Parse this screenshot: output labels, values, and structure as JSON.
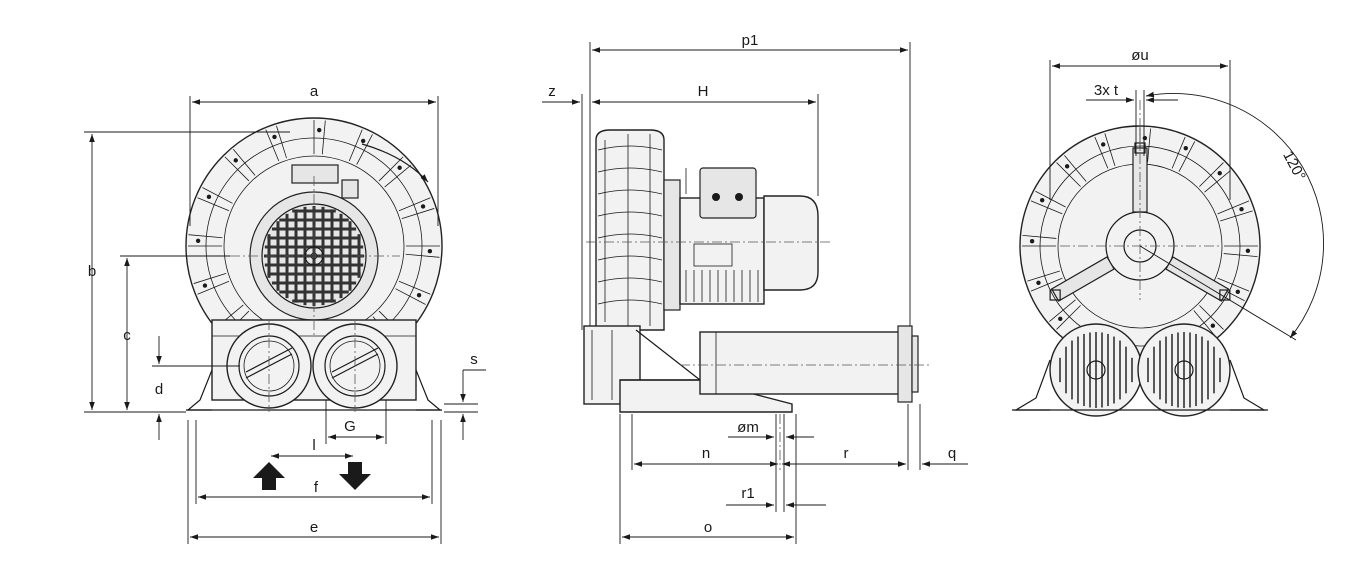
{
  "colors": {
    "line": "#1a1a1a",
    "body_fill": "#f2f2f2",
    "background": "#ffffff"
  },
  "front_view": {
    "dims": {
      "a": "a",
      "b": "b",
      "c": "c",
      "d": "d",
      "s": "s",
      "l": "l",
      "G": "G",
      "f": "f",
      "e": "e"
    }
  },
  "side_view": {
    "dims": {
      "p1": "p1",
      "z": "z",
      "H": "H",
      "m": "øm",
      "n": "n",
      "r": "r",
      "q": "q",
      "r1": "r1",
      "o": "o"
    }
  },
  "rear_view": {
    "dims": {
      "u": "øu",
      "t": "3x t",
      "angle": "120°"
    }
  }
}
